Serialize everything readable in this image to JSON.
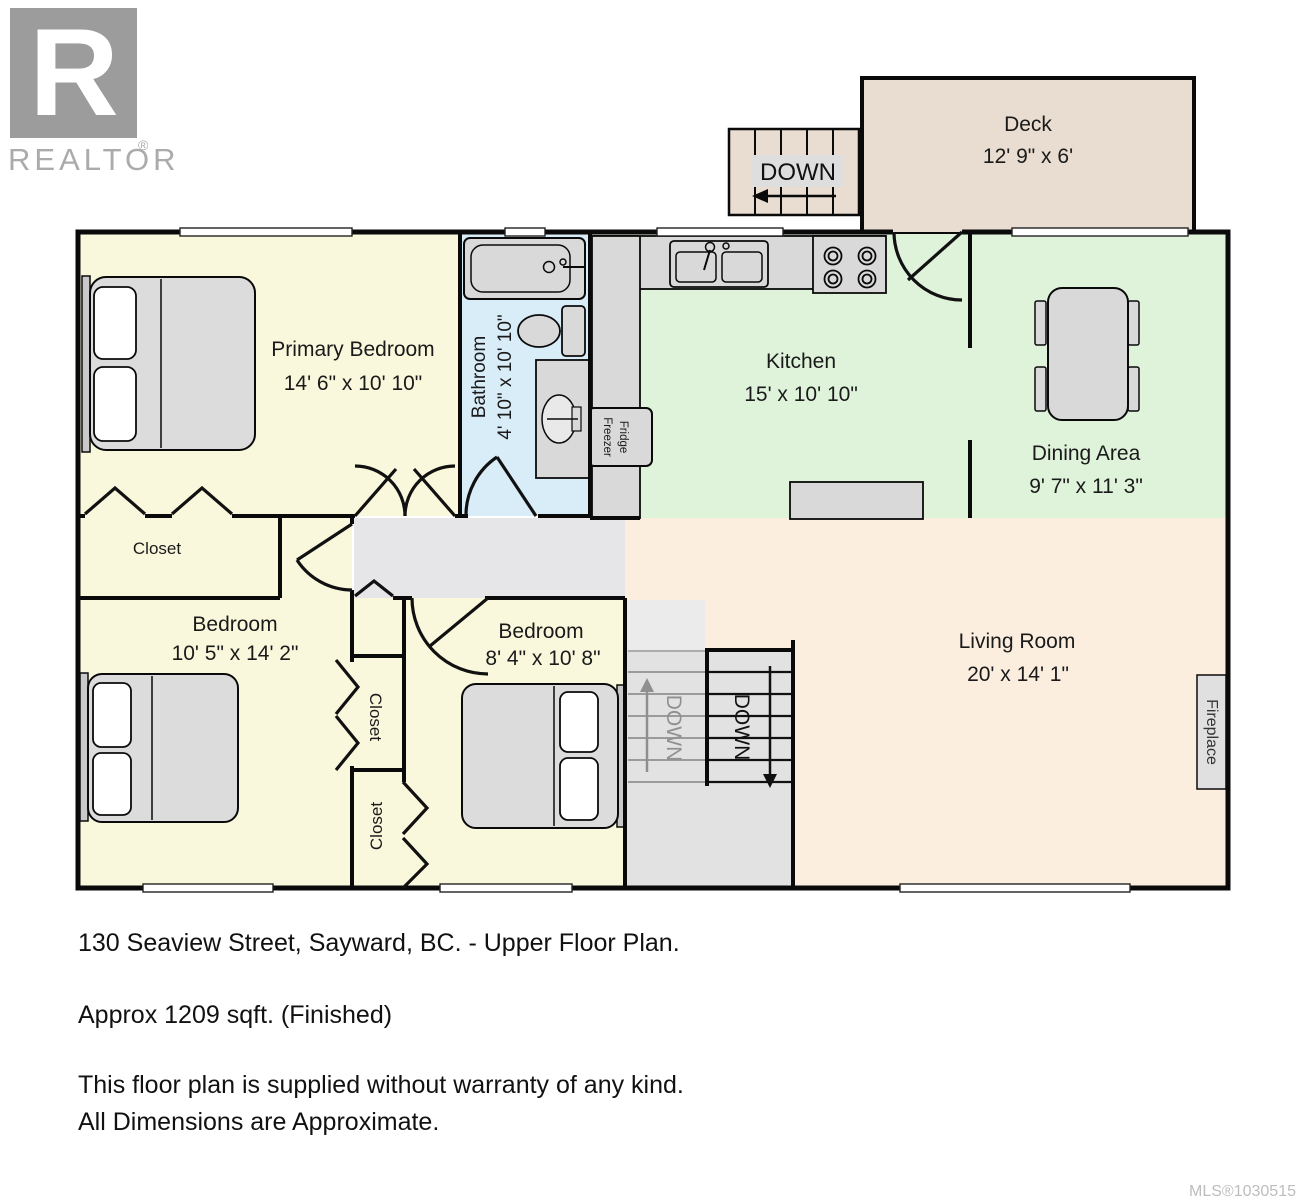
{
  "branding": {
    "logo_letter": "R",
    "logo_text": "REALTOR",
    "registered_mark": "®"
  },
  "rooms": {
    "deck": {
      "name": "Deck",
      "dims": "12' 9\" x 6'"
    },
    "primary_bedroom": {
      "name": "Primary Bedroom",
      "dims": "14' 6\" x 10' 10\""
    },
    "bathroom": {
      "name": "Bathroom",
      "dims": "4' 10\" x 10' 10\""
    },
    "kitchen": {
      "name": "Kitchen",
      "dims": "15' x 10' 10\""
    },
    "dining": {
      "name": "Dining Area",
      "dims": "9' 7\" x 11' 3\""
    },
    "living": {
      "name": "Living Room",
      "dims": "20' x 14' 1\""
    },
    "bedroom_left": {
      "name": "Bedroom",
      "dims": "10' 5\" x 14' 2\""
    },
    "bedroom_middle": {
      "name": "Bedroom",
      "dims": "8' 4\" x 10' 8\""
    }
  },
  "labels": {
    "closet_primary": "Closet",
    "closet_1": "Closet",
    "closet_2": "Closet",
    "fireplace": "Fireplace",
    "fridge_line1": "Fridge",
    "fridge_line2": "Freezer",
    "down_deck": "DOWN",
    "down_stairs_left": "DOWN",
    "down_stairs_right": "DOWN"
  },
  "footer": {
    "address_line": "130 Seaview Street, Sayward, BC. - Upper Floor Plan.",
    "area_line": "Approx 1209 sqft. (Finished)",
    "disclaimer_line1": "This floor plan is supplied without warranty of any kind.",
    "disclaimer_line2": "All Dimensions are Approximate.",
    "mls_number": "MLS®1030515"
  },
  "colors": {
    "bedroom_cream": "#FAF8DC",
    "bathroom_blue": "#D9EDF8",
    "kitchen_green": "#DFF3DB",
    "living_peach": "#FBEEDF",
    "deck_tan": "#E8DDD0",
    "hall_gray": "#E6E6E8",
    "stair_gray": "#E2E2E2",
    "furniture_gray": "#D9D9D9",
    "wall_black": "#0A0A0A",
    "logo_gray": "#9C9C9C"
  }
}
